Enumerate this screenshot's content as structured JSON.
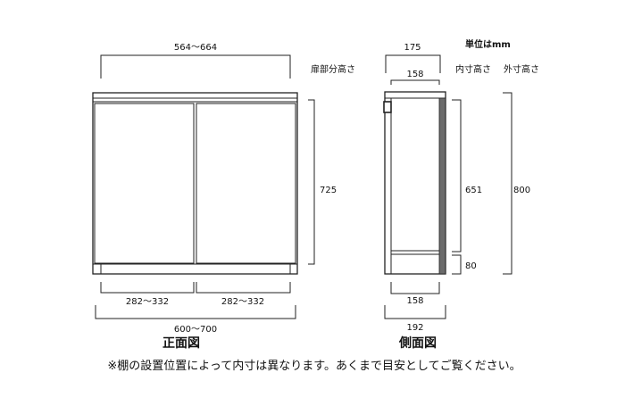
{
  "front": {
    "dim_top": "564～664",
    "label_door_height": "扉部分高さ",
    "dim_door_height": "725",
    "dim_bottom_left": "282～332",
    "dim_bottom_right": "282～332",
    "dim_overall_width": "600～700",
    "view_label": "正面図"
  },
  "side": {
    "unit": "単位はmm",
    "dim_top_outer": "175",
    "dim_top_inner": "158",
    "label_inner_height": "内寸高さ",
    "label_outer_height": "外寸高さ",
    "dim_inner_height": "651",
    "dim_plinth": "80",
    "dim_outer_height": "800",
    "dim_bottom_inner": "158",
    "dim_bottom_outer": "192",
    "view_label": "側面図"
  },
  "footnote": "※棚の設置位置によって内寸は異なります。あくまで目安としてご覧ください。"
}
